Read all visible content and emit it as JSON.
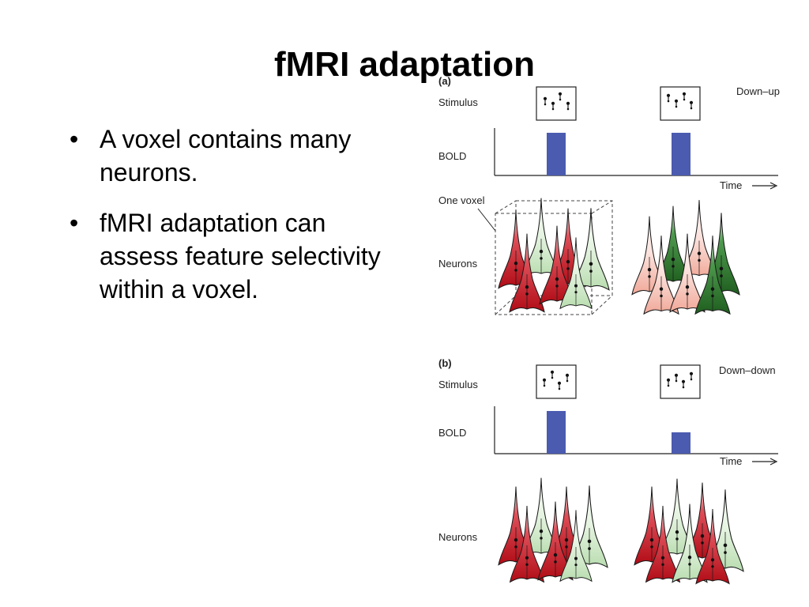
{
  "slide": {
    "title": "fMRI adaptation",
    "bullets": [
      "A voxel contains many neurons.",
      "fMRI adaptation can assess feature selectivity within a voxel."
    ]
  },
  "figure": {
    "panel_a": {
      "tag": "(a)",
      "condition": "Down–up",
      "stimulus_label": "Stimulus",
      "bold_label": "BOLD",
      "time_label": "Time",
      "voxel_label": "One voxel",
      "neurons_label": "Neurons",
      "bold_response_levels": [
        1.0,
        1.0
      ]
    },
    "panel_b": {
      "tag": "(b)",
      "condition": "Down–down",
      "stimulus_label": "Stimulus",
      "bold_label": "BOLD",
      "time_label": "Time",
      "neurons_label": "Neurons",
      "bold_response_levels": [
        1.0,
        0.5
      ]
    },
    "colors": {
      "bold_bar": "#4b5bb0",
      "neuron_red": "#c8141e",
      "neuron_green": "#2e7a2e",
      "neuron_pale_red": "#f6c6bd",
      "neuron_pale_green": "#cfe8c7"
    }
  }
}
